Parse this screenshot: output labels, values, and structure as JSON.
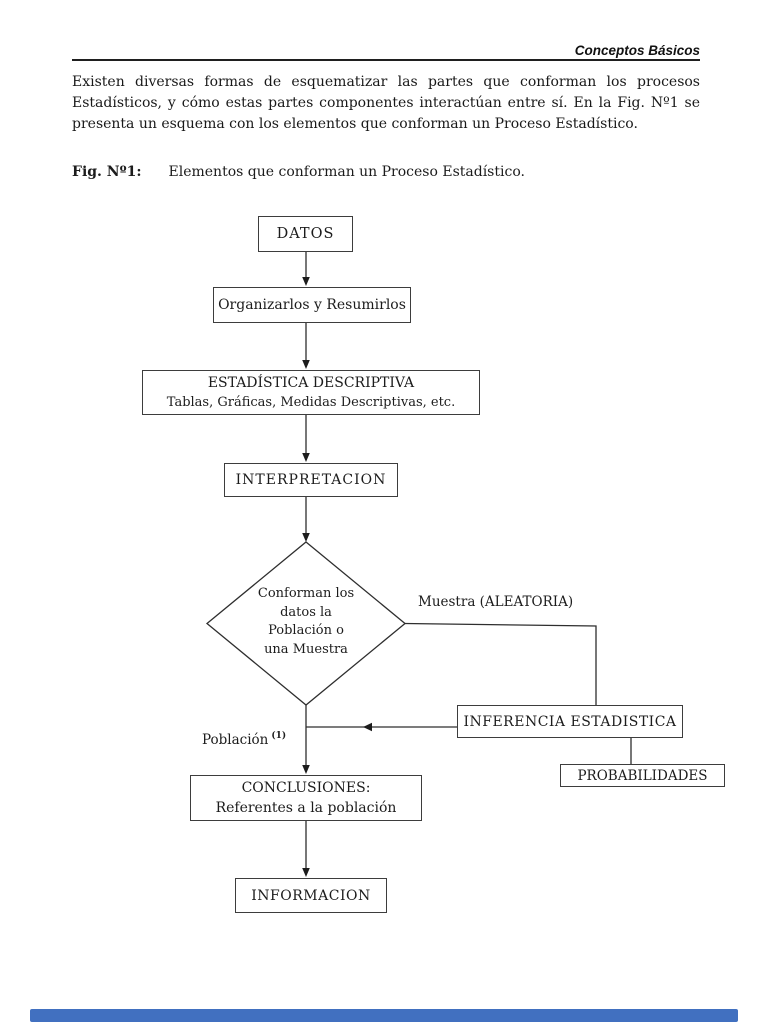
{
  "header": {
    "title": "Conceptos Básicos"
  },
  "paragraph": "Existen diversas formas de esquematizar las partes que conforman los procesos Estadísticos, y cómo estas partes componentes interactúan entre sí. En la Fig. Nº1 se presenta un esquema con los elementos que conforman un Proceso Estadístico.",
  "figure": {
    "label": "Fig. Nº1:",
    "caption": "Elementos que conforman un Proceso Estadístico."
  },
  "flowchart": {
    "nodes": {
      "datos": "DATOS",
      "organizar": "Organizarlos y Resumirlos",
      "descriptiva_line1": "ESTADÍSTICA DESCRIPTIVA",
      "descriptiva_line2": "Tablas, Gráficas, Medidas Descriptivas, etc.",
      "interpretacion": "INTERPRETACION",
      "decision_line1": "Conforman los",
      "decision_line2": "datos la",
      "decision_line3": "Población o",
      "decision_line4": "una Muestra",
      "inferencia": "INFERENCIA ESTADISTICA",
      "probabilidades": "PROBABILIDADES",
      "conclusiones_line1": "CONCLUSIONES:",
      "conclusiones_line2": "Referentes a la población",
      "informacion": "INFORMACION"
    },
    "labels": {
      "muestra_branch": "Muestra (ALEATORIA)",
      "poblacion_branch": "Población",
      "poblacion_superscript": "(1)"
    }
  },
  "colors": {
    "progress_bar": "#4170c0",
    "line_color": "#2e2e2e"
  }
}
